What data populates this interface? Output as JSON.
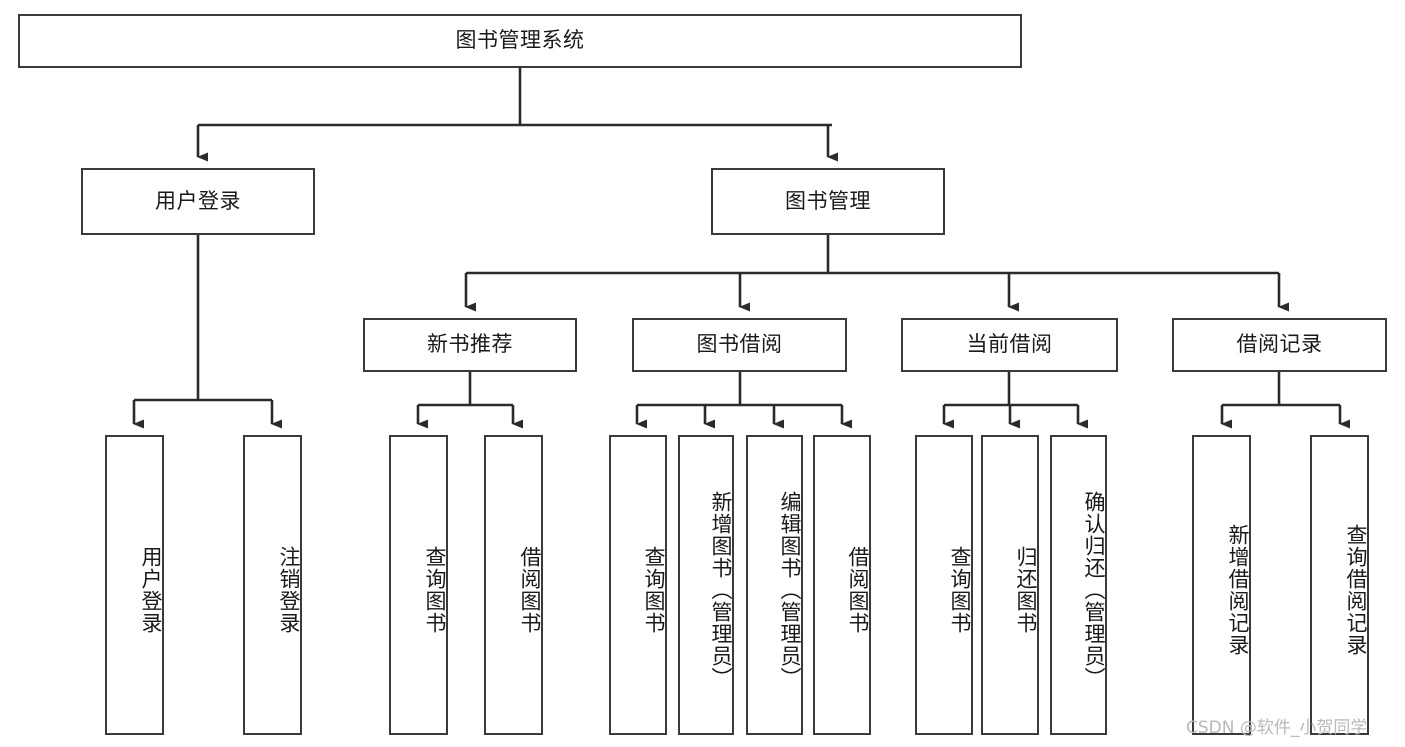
{
  "diagram": {
    "title_text": "图书管理系统",
    "style": {
      "box_border": "#3a3a3a",
      "edge_color": "#2b2b2b",
      "background": "#ffffff",
      "text": "#1a1a1a",
      "watermark_color": "#b9b9b9"
    },
    "watermark": "CSDN @软件_小贺同学",
    "root": {
      "label": "图书管理系统",
      "orientation": "horizontal"
    },
    "level2": [
      {
        "label": "用户登录",
        "orientation": "horizontal"
      },
      {
        "label": "图书管理",
        "orientation": "horizontal"
      }
    ],
    "level3": [
      {
        "label": "新书推荐",
        "orientation": "horizontal"
      },
      {
        "label": "图书借阅",
        "orientation": "horizontal"
      },
      {
        "label": "当前借阅",
        "orientation": "horizontal"
      },
      {
        "label": "借阅记录",
        "orientation": "horizontal"
      }
    ],
    "leaves": {
      "user_login": [
        {
          "label": "用户登录",
          "orientation": "vertical"
        },
        {
          "label": "注销登录",
          "orientation": "vertical"
        }
      ],
      "new_book_recommend": [
        {
          "label": "查询图书",
          "orientation": "vertical"
        },
        {
          "label": "借阅图书",
          "orientation": "vertical"
        }
      ],
      "book_borrow": [
        {
          "label": "查询图书",
          "orientation": "vertical"
        },
        {
          "label": "新增图书（管理员）",
          "orientation": "vertical"
        },
        {
          "label": "编辑图书（管理员）",
          "orientation": "vertical"
        },
        {
          "label": "借阅图书",
          "orientation": "vertical"
        }
      ],
      "current_borrow": [
        {
          "label": "查询图书",
          "orientation": "vertical"
        },
        {
          "label": "归还图书",
          "orientation": "vertical"
        },
        {
          "label": "确认归还（管理员）",
          "orientation": "vertical"
        }
      ],
      "borrow_record": [
        {
          "label": "新增借阅记录",
          "orientation": "vertical"
        },
        {
          "label": "查询借阅记录",
          "orientation": "vertical"
        }
      ]
    }
  }
}
